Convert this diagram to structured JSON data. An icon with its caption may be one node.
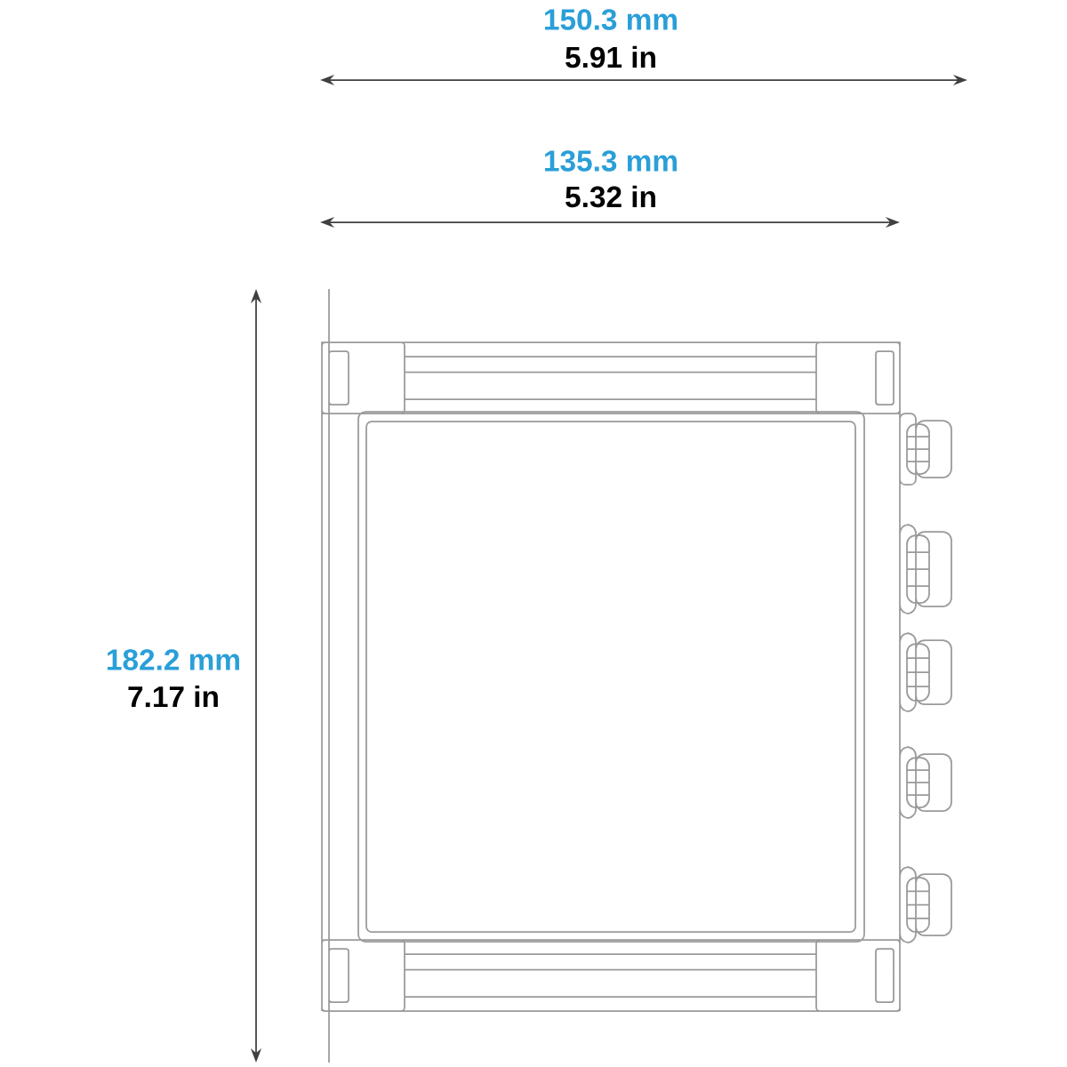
{
  "diagram": {
    "labels": [
      "150.3 mm",
      "5.91 in",
      "135.3 mm",
      "5.32 in",
      "182.2 mm",
      "7.17 in"
    ]
  }
}
